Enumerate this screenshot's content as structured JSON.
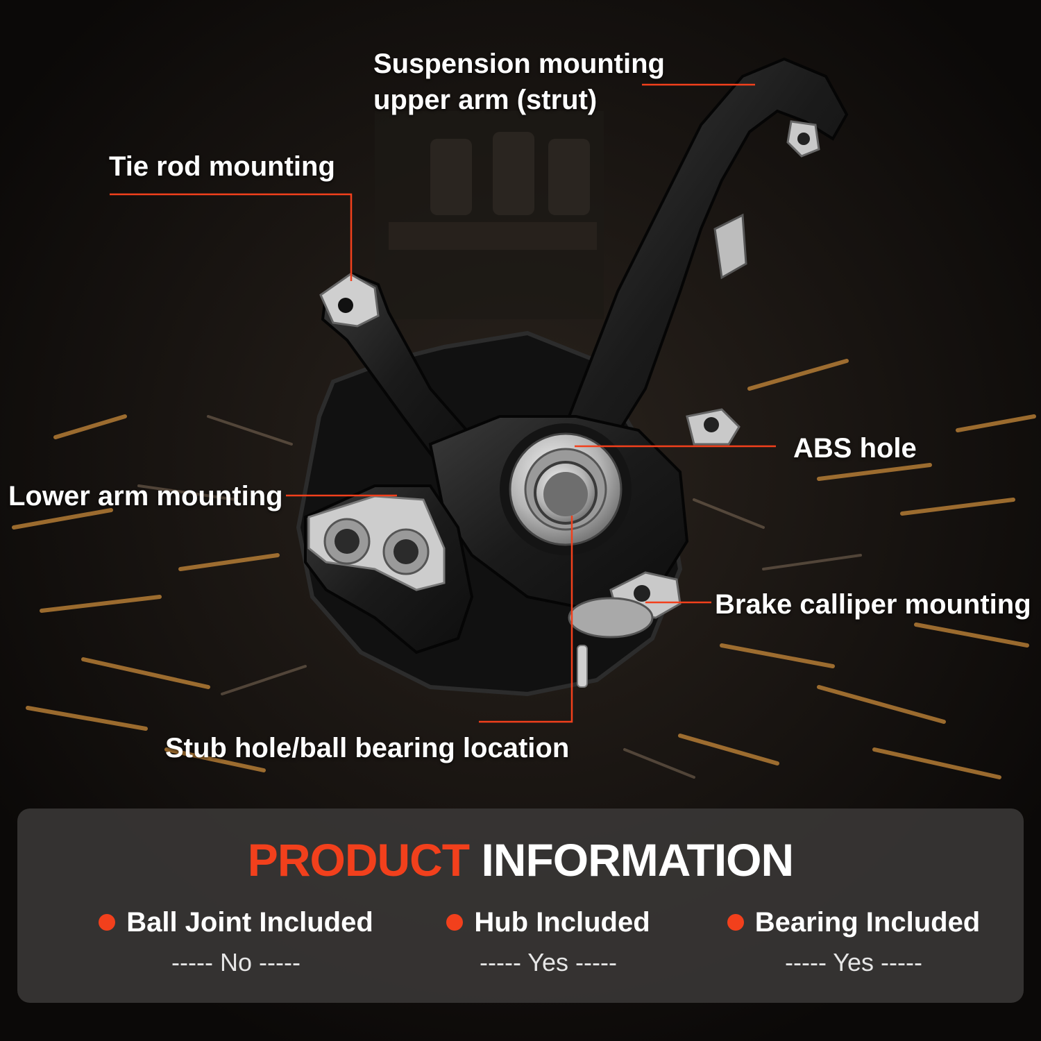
{
  "colors": {
    "accent": "#f2401c",
    "background": "#0d0b0a",
    "panel": "#3a3837",
    "text": "#ffffff"
  },
  "callouts": {
    "suspension": "Suspension mounting upper arm (strut)",
    "suspension_line1": "Suspension mounting",
    "suspension_line2": "upper arm (strut)",
    "tie_rod": "Tie rod mounting",
    "abs": "ABS hole",
    "lower_arm": "Lower arm mounting",
    "brake": "Brake calliper mounting",
    "stub": "Stub hole/ball bearing location"
  },
  "product_info": {
    "title_accent": "PRODUCT",
    "title_main": "INFORMATION",
    "items": [
      {
        "label": "Ball Joint Included",
        "value": "----- No -----"
      },
      {
        "label": "Hub Included",
        "value": "----- Yes -----"
      },
      {
        "label": "Bearing Included",
        "value": "----- Yes -----"
      }
    ]
  }
}
